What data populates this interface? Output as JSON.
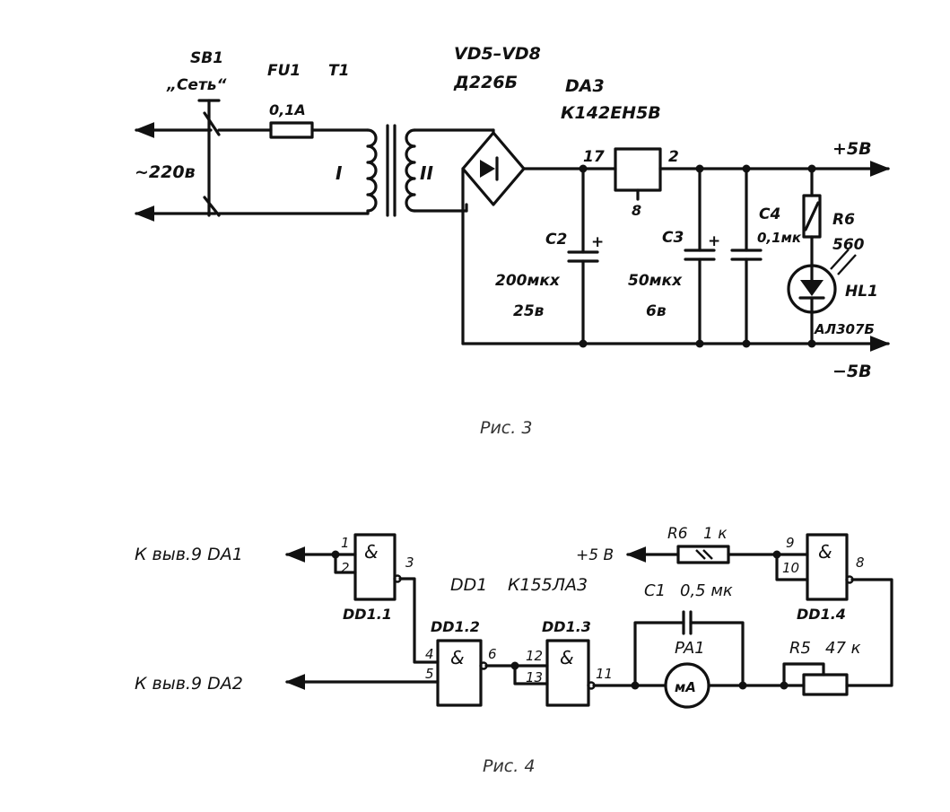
{
  "fig3": {
    "caption": "Рис. 3",
    "sb1": "SB1",
    "sb1_name": "„Сеть“",
    "fu1": "FU1",
    "t1": "T1",
    "fuse_rating": "0,1A",
    "mains": "~220в",
    "winding1": "I",
    "winding2": "II",
    "vd_range": "VD5–VD8",
    "vd_type": "Д226Б",
    "da3": "DA3",
    "da3_type": "К142ЕН5В",
    "pin17": "17",
    "pin2": "2",
    "pin8": "8",
    "c2": "C2",
    "c2_val": "200мкх",
    "c2_volt": "25в",
    "c3": "C3",
    "c3_val": "50мкх",
    "c3_volt": "6в",
    "c4": "C4",
    "c4_val": "0,1мк",
    "r6": "R6",
    "r6_val": "560",
    "hl1": "HL1",
    "hl1_type": "АЛ307Б",
    "plus5": "+5В",
    "minus5": "−5В",
    "plus_sign": "+"
  },
  "fig4": {
    "caption": "Рис. 4",
    "out_da1": "К выв.9  DA1",
    "out_da2": "К выв.9  DA2",
    "dd1": "DD1",
    "dd1_type": "К155ЛА3",
    "dd11": "DD1.1",
    "dd12": "DD1.2",
    "dd13": "DD1.3",
    "dd14": "DD1.4",
    "gate_sym": "&",
    "pin1": "1",
    "pin2": "2",
    "pin3": "3",
    "pin4": "4",
    "pin5": "5",
    "pin6": "6",
    "pin12": "12",
    "pin13": "13",
    "pin11": "11",
    "pin9": "9",
    "pin10": "10",
    "pin8": "8",
    "plus5": "+5 В",
    "r6": "R6",
    "r6_val": "1 к",
    "c1": "C1",
    "c1_val": "0,5 мк",
    "pa1": "PA1",
    "pa1_unit": "мА",
    "r5": "R5",
    "r5_val": "47 к"
  }
}
